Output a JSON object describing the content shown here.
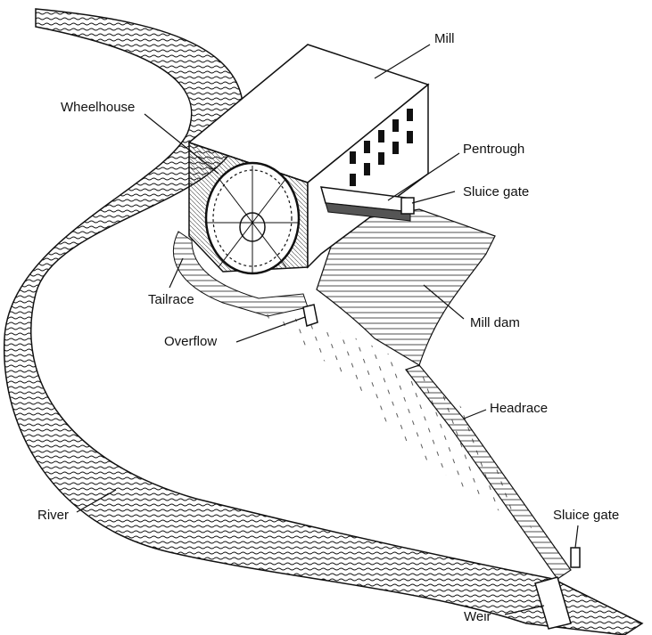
{
  "labels": {
    "mill": "Mill",
    "wheelhouse": "Wheelhouse",
    "pentrough": "Pentrough",
    "sluice_gate_top": "Sluice gate",
    "tailrace": "Tailrace",
    "mill_dam": "Mill dam",
    "overflow": "Overflow",
    "headrace": "Headrace",
    "river": "River",
    "sluice_gate_bottom": "Sluice gate",
    "weir": "Weir"
  },
  "colors": {
    "ink": "#111111",
    "paper": "#ffffff"
  }
}
